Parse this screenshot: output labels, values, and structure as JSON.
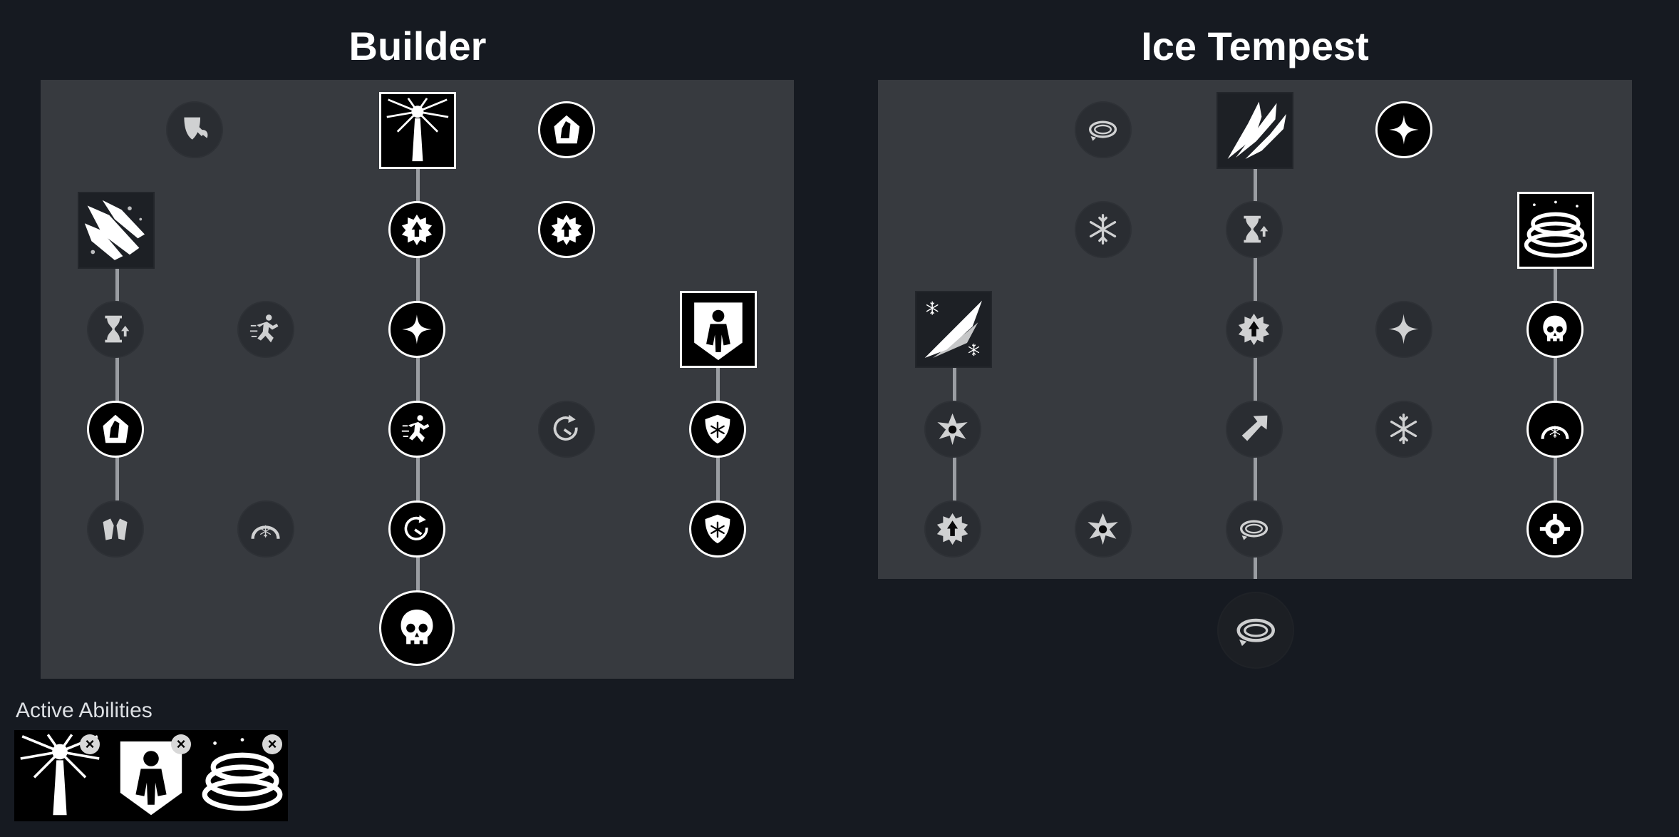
{
  "trees": {
    "builder": {
      "title": "Builder"
    },
    "ice_tempest": {
      "title": "Ice Tempest"
    }
  },
  "active_abilities": {
    "label": "Active Abilities",
    "slots": [
      {
        "name": "ice-pylon",
        "remove_label": "×"
      },
      {
        "name": "ice-armor",
        "remove_label": "×"
      },
      {
        "name": "ice-storm",
        "remove_label": "×"
      }
    ]
  },
  "icons": {
    "builder_row1": [
      "axe-shield-icon",
      "ice-pylon-icon",
      "crystal-house-icon"
    ],
    "builder_row2": [
      "ice-shards-icon",
      "star-up-icon",
      "star-up-icon"
    ],
    "builder_row3": [
      "hourglass-up-icon",
      "running-figure-icon",
      "sparkle-icon",
      "ice-armor-icon"
    ],
    "builder_row4": [
      "crystal-house-icon",
      "ice-shatter-icon",
      "snowflake-cycle-icon",
      "snowflake-shield-icon"
    ],
    "builder_row5": [
      "gauntlets-icon",
      "snowflake-dome-icon",
      "cooldown-icon",
      "shield-sparkle-icon"
    ],
    "builder_row6": [
      "snowflake-skull-icon"
    ],
    "ice_row1": [
      "orbit-icon",
      "ice-spike-icon",
      "sparkle-icon"
    ],
    "ice_row2": [
      "snowflake-icon",
      "hourglass-down-icon",
      "ice-storm-icon"
    ],
    "ice_row3": [
      "ice-strike-icon",
      "star-up-icon",
      "sparkle-up-icon",
      "skull-icon"
    ],
    "ice_row4": [
      "star-burst-icon",
      "arrow-up-right-icon",
      "snowflake-icon",
      "snowflake-dome-icon"
    ],
    "ice_row5": [
      "star-up-icon",
      "star-burst-icon",
      "orbit-icon",
      "gear-burst-icon"
    ],
    "ice_row6": [
      "snowflake-orbit-icon"
    ]
  },
  "colors": {
    "background": "#161a21",
    "panel": "#373a3f",
    "connector": "#9a9da2",
    "active_border": "#ffffff"
  }
}
